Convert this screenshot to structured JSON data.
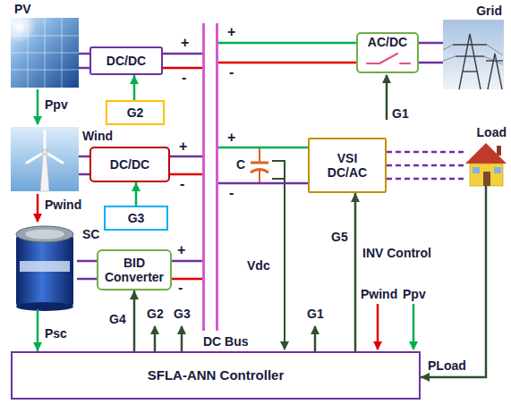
{
  "diagram": {
    "nodes": [
      {
        "text": [
          "PV"
        ]
      },
      {
        "text": [
          "DC/DC"
        ]
      },
      {
        "text": [
          "G2"
        ]
      },
      {
        "text": [
          "Wind"
        ]
      },
      {
        "text": [
          "DC/DC"
        ]
      },
      {
        "text": [
          "G3"
        ]
      },
      {
        "text": [
          "SC"
        ]
      },
      {
        "text": [
          "BID Converter"
        ]
      },
      {
        "text": [
          "DC Bus"
        ]
      },
      {
        "text": [
          "AC/DC"
        ]
      },
      {
        "text": [
          "Grid"
        ]
      },
      {
        "text": [
          "VSI DC/AC"
        ]
      },
      {
        "text": [
          "Load"
        ]
      },
      {
        "text": [
          "SFLA-ANN Controller"
        ]
      }
    ],
    "edges": [
      {
        "from": 0,
        "to": 1,
        "arrow": "none"
      },
      {
        "from": 2,
        "to": 1,
        "arrow": "to"
      },
      {
        "from": 3,
        "to": 4,
        "arrow": "none"
      },
      {
        "from": 5,
        "to": 4,
        "arrow": "to"
      },
      {
        "from": 6,
        "to": 7,
        "arrow": "none"
      },
      {
        "from": 1,
        "to": 8,
        "arrow": "none"
      },
      {
        "from": 4,
        "to": 8,
        "arrow": "none"
      },
      {
        "from": 7,
        "to": 8,
        "arrow": "none"
      },
      {
        "from": 8,
        "to": 9,
        "arrow": "none"
      },
      {
        "from": 9,
        "to": 10,
        "arrow": "none"
      },
      {
        "from": 8,
        "to": 11,
        "arrow": "none"
      },
      {
        "from": 11,
        "to": 12,
        "arrow": "none"
      },
      {
        "from": 6,
        "to": 13,
        "label": "Psc",
        "arrow": "to"
      },
      {
        "from": 13,
        "to": 7,
        "label": "G4",
        "arrow": "to"
      },
      {
        "from": 13,
        "to": 11,
        "label": "G5",
        "arrow": "to"
      },
      {
        "from": 12,
        "to": 13,
        "label": "PLoad",
        "arrow": "to"
      }
    ],
    "labels": [
      "+",
      "-",
      "+",
      "-",
      "+",
      "-",
      "+",
      "-",
      "+",
      "-",
      "Ppv",
      "Pwind",
      "G2",
      "G3",
      "C",
      "Vdc",
      "G1",
      "G1",
      "INV Control",
      "Pwind",
      "Ppv"
    ]
  }
}
